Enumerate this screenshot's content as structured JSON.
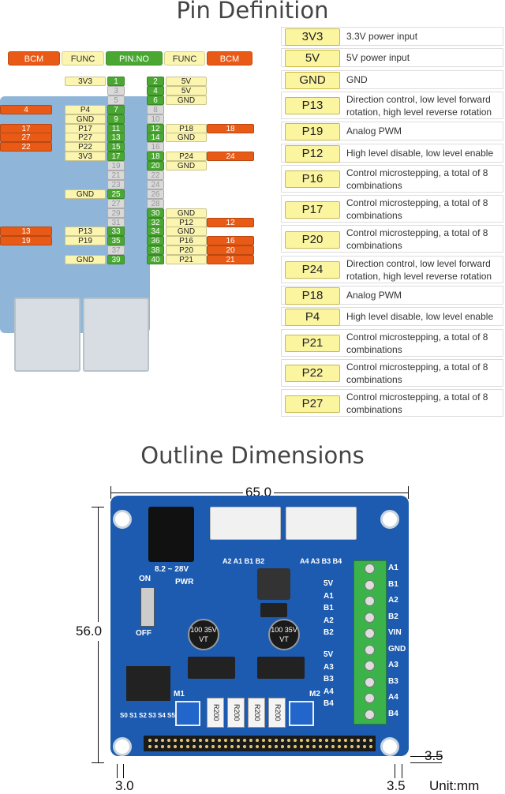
{
  "pin_definition": {
    "title": "Pin Definition",
    "header": {
      "bcm": "BCM",
      "func": "FUNC",
      "pin_no": "PIN.NO"
    },
    "left_rows": [
      {
        "func": "3V3",
        "pin": "1"
      },
      {
        "func": "",
        "pin": "3"
      },
      {
        "func": "",
        "pin": "5"
      },
      {
        "bcm": "4",
        "func": "P4",
        "pin": "7"
      },
      {
        "func": "GND",
        "pin": "9"
      },
      {
        "bcm": "17",
        "func": "P17",
        "pin": "11"
      },
      {
        "bcm": "27",
        "func": "P27",
        "pin": "13"
      },
      {
        "bcm": "22",
        "func": "P22",
        "pin": "15"
      },
      {
        "func": "3V3",
        "pin": "17"
      },
      {
        "func": "",
        "pin": "19"
      },
      {
        "func": "",
        "pin": "21"
      },
      {
        "func": "",
        "pin": "23"
      },
      {
        "func": "GND",
        "pin": "25"
      },
      {
        "func": "",
        "pin": "27"
      },
      {
        "func": "",
        "pin": "29"
      },
      {
        "func": "",
        "pin": "31"
      },
      {
        "bcm": "13",
        "func": "P13",
        "pin": "33"
      },
      {
        "bcm": "19",
        "func": "P19",
        "pin": "35"
      },
      {
        "func": "",
        "pin": "37"
      },
      {
        "func": "GND",
        "pin": "39"
      }
    ],
    "right_rows": [
      {
        "pin": "2",
        "func": "5V"
      },
      {
        "pin": "4",
        "func": "5V"
      },
      {
        "pin": "6",
        "func": "GND"
      },
      {
        "pin": "8",
        "func": ""
      },
      {
        "pin": "10",
        "func": ""
      },
      {
        "pin": "12",
        "func": "P18",
        "bcm": "18"
      },
      {
        "pin": "14",
        "func": "GND"
      },
      {
        "pin": "16",
        "func": ""
      },
      {
        "pin": "18",
        "func": "P24",
        "bcm": "24"
      },
      {
        "pin": "20",
        "func": "GND"
      },
      {
        "pin": "22",
        "func": ""
      },
      {
        "pin": "24",
        "func": ""
      },
      {
        "pin": "26",
        "func": ""
      },
      {
        "pin": "28",
        "func": ""
      },
      {
        "pin": "30",
        "func": "GND"
      },
      {
        "pin": "32",
        "func": "P12",
        "bcm": "12"
      },
      {
        "pin": "34",
        "func": "GND"
      },
      {
        "pin": "36",
        "func": "P16",
        "bcm": "16"
      },
      {
        "pin": "38",
        "func": "P20",
        "bcm": "20"
      },
      {
        "pin": "40",
        "func": "P21",
        "bcm": "21"
      }
    ],
    "table": [
      {
        "pin": "3V3",
        "desc": "3.3V power input"
      },
      {
        "pin": "5V",
        "desc": "5V power input"
      },
      {
        "pin": "GND",
        "desc": "GND"
      },
      {
        "pin": "P13",
        "desc": "Direction control, low level forward rotation, high level reverse rotation"
      },
      {
        "pin": "P19",
        "desc": "Analog PWM"
      },
      {
        "pin": "P12",
        "desc": "High level disable, low level enable"
      },
      {
        "pin": "P16",
        "desc": "Control microstepping, a total of 8 combinations"
      },
      {
        "pin": "P17",
        "desc": "Control microstepping, a total of 8 combinations"
      },
      {
        "pin": "P20",
        "desc": "Control microstepping, a total of 8 combinations"
      },
      {
        "pin": "P24",
        "desc": "Direction control, low level forward rotation, high level reverse rotation"
      },
      {
        "pin": "P18",
        "desc": "Analog PWM"
      },
      {
        "pin": "P4",
        "desc": "High level disable, low level enable"
      },
      {
        "pin": "P21",
        "desc": "Control microstepping, a total of 8 combinations"
      },
      {
        "pin": "P22",
        "desc": "Control microstepping, a total of 8 combinations"
      },
      {
        "pin": "P27",
        "desc": "Control microstepping, a total of 8 combinations"
      }
    ]
  },
  "outline": {
    "title": "Outline Dimensions",
    "width": "65.0",
    "height": "56.0",
    "hole_offset_y": "3.5",
    "hole_offset_left": "3.0",
    "hole_offset_right": "3.5",
    "unit": "Unit:mm",
    "board_labels": {
      "voltage": "8.2 ~ 28V",
      "on": "ON",
      "off": "OFF",
      "pwr": "PWR",
      "connector_a": "A2 A1 B1 B2",
      "connector_b": "A4 A3 B3 B4",
      "m1": "M1",
      "m2": "M2",
      "dip": "S0 S1 S2 S3 S4 S5",
      "cap": "100 35V VT",
      "resistor": "R200",
      "left_header_1": [
        "5V",
        "A1",
        "B1",
        "A2",
        "B2"
      ],
      "left_header_2": [
        "5V",
        "A3",
        "B3",
        "A4",
        "B4"
      ],
      "terminal": [
        "A1",
        "B1",
        "A2",
        "B2",
        "VIN",
        "GND",
        "A3",
        "B3",
        "A4",
        "B4"
      ]
    }
  },
  "colors": {
    "bcm": "#e85a16",
    "func": "#fbf5b0",
    "pin": "#4aa832",
    "pcb": "#1c5bb0"
  }
}
